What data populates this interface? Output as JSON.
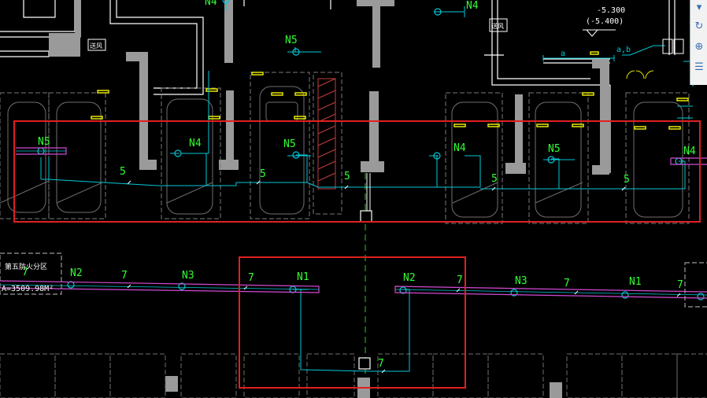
{
  "app": {
    "title": "CAD drawing viewport"
  },
  "colors": {
    "background": "#000000",
    "wall": "#ffffff",
    "grey_outline": "#8a8a8a",
    "pipe_cyan": "#00c8d8",
    "pipe_magenta": "#d24ad2",
    "label_green": "#33ff33",
    "yellow_mark": "#e8e800",
    "highlight_red": "#e02020",
    "dashed_green": "#22cc22"
  },
  "labels": {
    "n4_top_left": "N4",
    "n4_top_right": "N4",
    "n5_upper": "N5",
    "n5_left": "N5",
    "n4_row_a": "N4",
    "n5_row_a": "N5",
    "n4_row_b": "N4",
    "n5_row_b": "N5",
    "n4_right_edge": "N4",
    "n2_left": "N2",
    "n3_left": "N3",
    "n1_left": "N1",
    "n2_right": "N2",
    "n3_right": "N3",
    "n1_right": "N1",
    "seg5_a": "5",
    "seg5_b": "5",
    "seg5_c": "5",
    "seg5_d": "5",
    "seg5_e": "5",
    "seg7_a": "7",
    "seg7_b": "7",
    "seg7_c": "7",
    "seg7_d": "7",
    "seg7_e": "7",
    "seg7_f": "7",
    "seg7_g": "7",
    "elev_1": "-5.300",
    "elev_2": "(-5.400)",
    "tag_a": "a",
    "tag_ab": "a,b",
    "room_note_1": "送风",
    "room_note_2": "送风",
    "fire_zone_title": "第五防火分区",
    "fire_zone_area": "A=3509.98M²"
  },
  "tool_panel": {
    "items": [
      {
        "icon": "dropdown-arrow-icon",
        "glyph": "▾"
      },
      {
        "icon": "orbit-icon",
        "glyph": "↻"
      },
      {
        "icon": "zoom-window-icon",
        "glyph": "⊕"
      },
      {
        "icon": "properties-list-icon",
        "glyph": "☰"
      }
    ]
  }
}
